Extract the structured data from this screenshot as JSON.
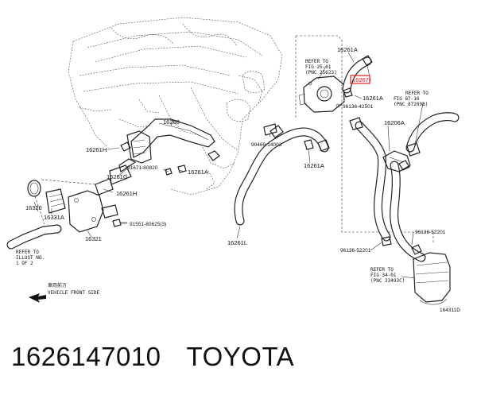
{
  "diagram": {
    "labels": {
      "p16268": "16268",
      "p16261H_top": "16261H",
      "p16261G": "16261G",
      "p16261H_low": "16261H",
      "p91671": "91671-80820",
      "p16261A_mid": "16261A",
      "p16326": "16326",
      "p16331A": "16331A",
      "p16321": "16321",
      "p91551": "91551-80625(3)",
      "p90469": "90469-14003",
      "p16261A_r": "16261A",
      "p16261L": "16261L",
      "p16261A_top": "16261A",
      "p16267": "16267",
      "p16261A_right": "16261A",
      "p96136_42501": "96136-42501",
      "p16206A": "16206A",
      "p96136_52201_r": "96136-52201",
      "p96136_52201_l": "96136-52201"
    },
    "refs": {
      "ref1": [
        "REFER TO",
        "FIG 25-01",
        "(PNC 25623)"
      ],
      "ref2": [
        "REFER TO",
        "FIG 87-16",
        "(PNC 87209B)"
      ],
      "ref3": [
        "REFER TO",
        "FIG 34-01",
        "(PNC 33493C)"
      ],
      "ref4": [
        "REFER TO",
        "ILLUST NO.",
        "1 OF 2"
      ]
    },
    "front": {
      "cn": "車両前方",
      "en": "VEHICLE FRONT SIDE"
    },
    "code": "164311D",
    "highlight_color": "#e02020"
  },
  "caption": {
    "part_number": "1626147010",
    "brand": "TOYOTA"
  }
}
